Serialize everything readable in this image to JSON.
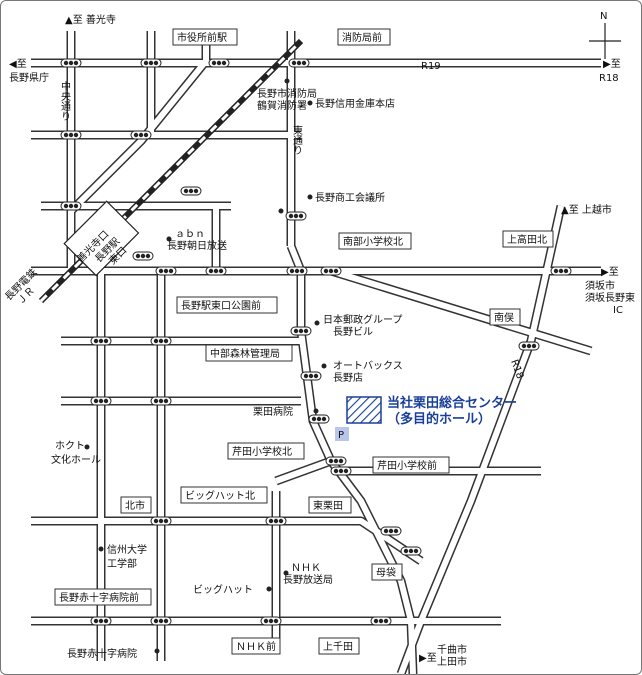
{
  "north": "N",
  "dest": {
    "zenkoji": "善光寺",
    "nagano_kencho": "長野県庁",
    "r18_right": "R18",
    "kamiyoshi": "上越市",
    "suzaka": "須坂市",
    "suzaka_ic": "須坂長野東",
    "ic": "IC",
    "senkyoku": "千曲市",
    "uedashi": "上田市",
    "to_prefix": "至"
  },
  "routes": {
    "r19": "R19",
    "r18": "R18",
    "chuo_dori": "中央通り",
    "higashi_dori": "東通り"
  },
  "intersections": {
    "shiyakusho": "市役所前駅",
    "shobo": "消防局前",
    "nanbu": "南部小学校北",
    "kamitakada": "上高田北",
    "ekihigashi": "長野駅東口公園前",
    "chubu_shinrin": "中部森林管理局",
    "nanto": "南俣",
    "serita_kita": "芹田小学校北",
    "serita_mae": "芹田小学校前",
    "bighat_kita": "ビッグハット北",
    "higashikurita": "東栗田",
    "kitaichi": "北市",
    "mobukuro": "母袋",
    "nagano_sekijuji": "長野赤十字病院前",
    "nhk_mae": "ＮＨＫ前",
    "kamisenda": "上千田"
  },
  "landmarks": {
    "shobo_bldg": "長野市消防局",
    "shobo_bldg2": "鶴賀消防署",
    "shinkin": "長野信用金庫本店",
    "shoko": "長野商工会議所",
    "abn": "ａｂｎ",
    "abn2": "長野朝日放送",
    "yusei": "日本郵政グループ",
    "yusei2": "長野ビル",
    "autobacs": "オートバックス",
    "autobacs2": "長野店",
    "kurita_hospital": "栗田病院",
    "hokuto": "ホクト",
    "hokuto2": "文化ホール",
    "shinshu": "信州大学",
    "shinshu2": "工学部",
    "bighat": "ビッグハット",
    "nhk": "ＮＨＫ",
    "nhk2": "長野放送局",
    "sekijuji_hospital": "長野赤十字病院",
    "station_zenkoji": "善光寺口",
    "station_name": "長野駅",
    "station_higashi": "東口",
    "jr": "ＪＲ",
    "railway": "長野電鉄",
    "parking": "P"
  },
  "target": {
    "name1": "当社栗田総合センター",
    "name2": "（多目的ホール）"
  }
}
